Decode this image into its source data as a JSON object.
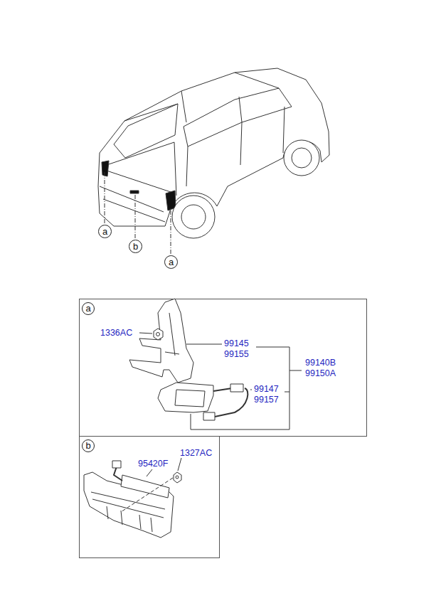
{
  "diagram": {
    "nodes": [
      {
        "text": [
          "a"
        ]
      },
      {
        "text": [
          "b"
        ]
      },
      {
        "text": [
          "a"
        ]
      },
      {
        "text": [
          "a"
        ]
      },
      {
        "text": [
          "b"
        ]
      }
    ],
    "labels": [
      "1336AC",
      "99145",
      "99155",
      "99147",
      "99157",
      "99140B",
      "99150A",
      "95420F",
      "1327AC"
    ]
  }
}
